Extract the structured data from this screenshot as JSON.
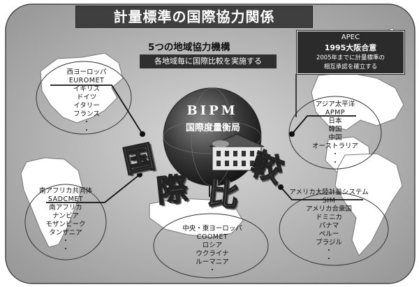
{
  "title": "計量標準の国際協力関係",
  "subtitle": "5つの地域協力機構",
  "subnote": "各地域毎に国際比較を実施する",
  "apec": {
    "line1": "APEC",
    "line2": "1995大阪合意",
    "line3": "2005年までに計量標準の",
    "line4": "相互承認を確立する"
  },
  "bipm": {
    "name": "BIPM",
    "jp": "国際度量衡局"
  },
  "kanji": [
    "国",
    "際",
    "比",
    "較"
  ],
  "regions": {
    "euromet": {
      "header": "西ヨーロッパ",
      "abbr": "EUROMET",
      "members": [
        "イギリス",
        "ドイツ",
        "イタリー",
        "フランス",
        "・",
        "・"
      ]
    },
    "sadcmet": {
      "header": "南アフリカ共同体",
      "abbr": "SADCMET",
      "members": [
        "南アフリカ",
        "ナンビア",
        "モザンビーク",
        "タンザニア",
        "・",
        "・"
      ]
    },
    "coomet": {
      "header": "中央・東ヨーロッパ",
      "abbr": "COOMET",
      "members": [
        "ロシア",
        "ウクライナ",
        "ルーマニア",
        "・"
      ]
    },
    "apmp": {
      "header": "アジア太平洋",
      "abbr": "APMP",
      "members": [
        "日本",
        "韓国",
        "中国",
        "オーストラリア",
        "・",
        "・"
      ]
    },
    "sim": {
      "header": "アメリカ大陸計量システム",
      "abbr": "SIM",
      "members": [
        "アメリカ合衆国",
        "ドミニカ",
        "パナマ",
        "ペルー",
        "ブラジル",
        "・",
        "・"
      ]
    }
  }
}
